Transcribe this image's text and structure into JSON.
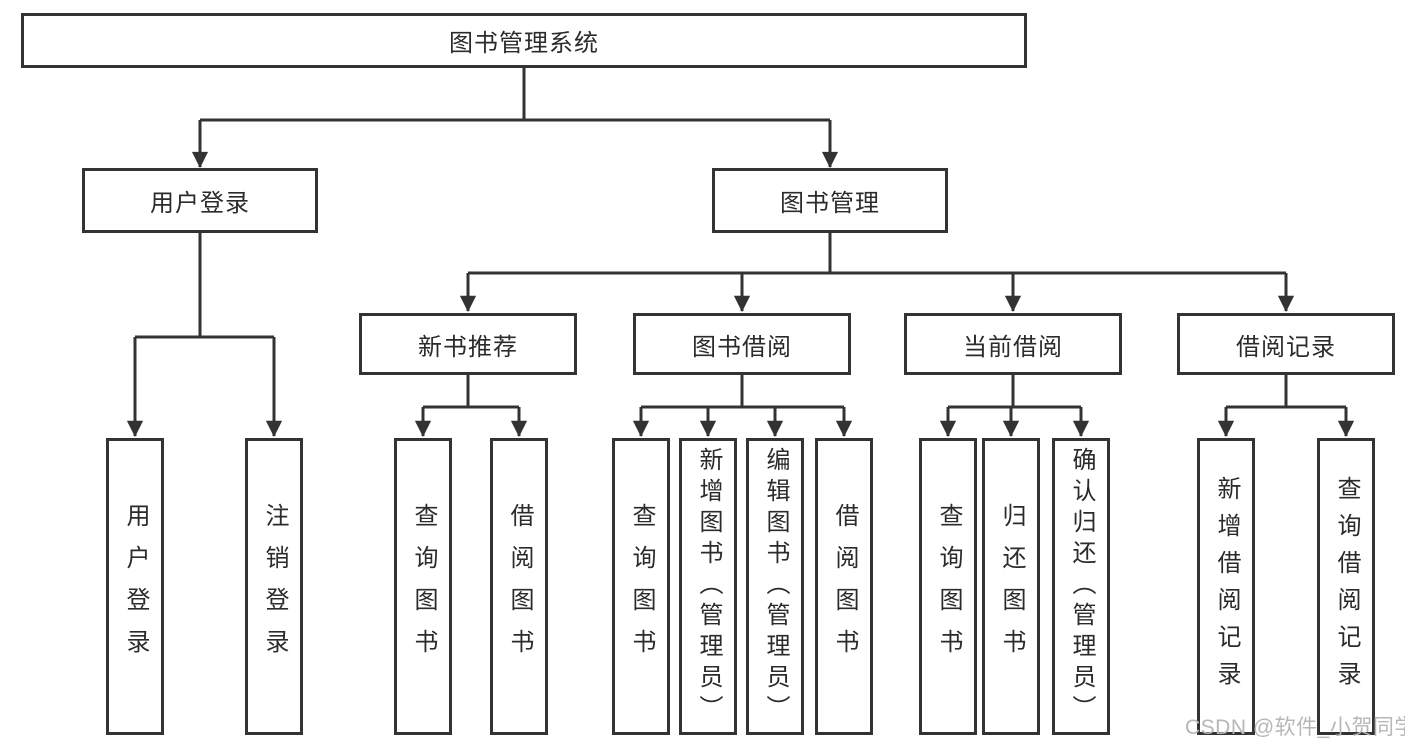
{
  "diagram_type": "hierarchy-tree",
  "tree": {
    "label": "图书管理系统",
    "children": [
      {
        "label": "用户登录",
        "children": [
          {
            "label": "用户登录"
          },
          {
            "label": "注销登录"
          }
        ]
      },
      {
        "label": "图书管理",
        "children": [
          {
            "label": "新书推荐",
            "children": [
              {
                "label": "查询图书"
              },
              {
                "label": "借阅图书"
              }
            ]
          },
          {
            "label": "图书借阅",
            "children": [
              {
                "label": "查询图书"
              },
              {
                "label": "新增图书（管理员）"
              },
              {
                "label": "编辑图书（管理员）"
              },
              {
                "label": "借阅图书"
              }
            ]
          },
          {
            "label": "当前借阅",
            "children": [
              {
                "label": "查询图书"
              },
              {
                "label": "归还图书"
              },
              {
                "label": "确认归还（管理员）"
              }
            ]
          },
          {
            "label": "借阅记录",
            "children": [
              {
                "label": "新增借阅记录"
              },
              {
                "label": "查询借阅记录"
              }
            ]
          }
        ]
      }
    ]
  },
  "watermark": {
    "text": "CSDN @软件_小贺同学"
  },
  "colors": {
    "line": "#333333",
    "node_border": "#333333",
    "node_background": "#ffffff",
    "text": "#2b2b2b",
    "watermark_text": "#b7b7b7"
  }
}
